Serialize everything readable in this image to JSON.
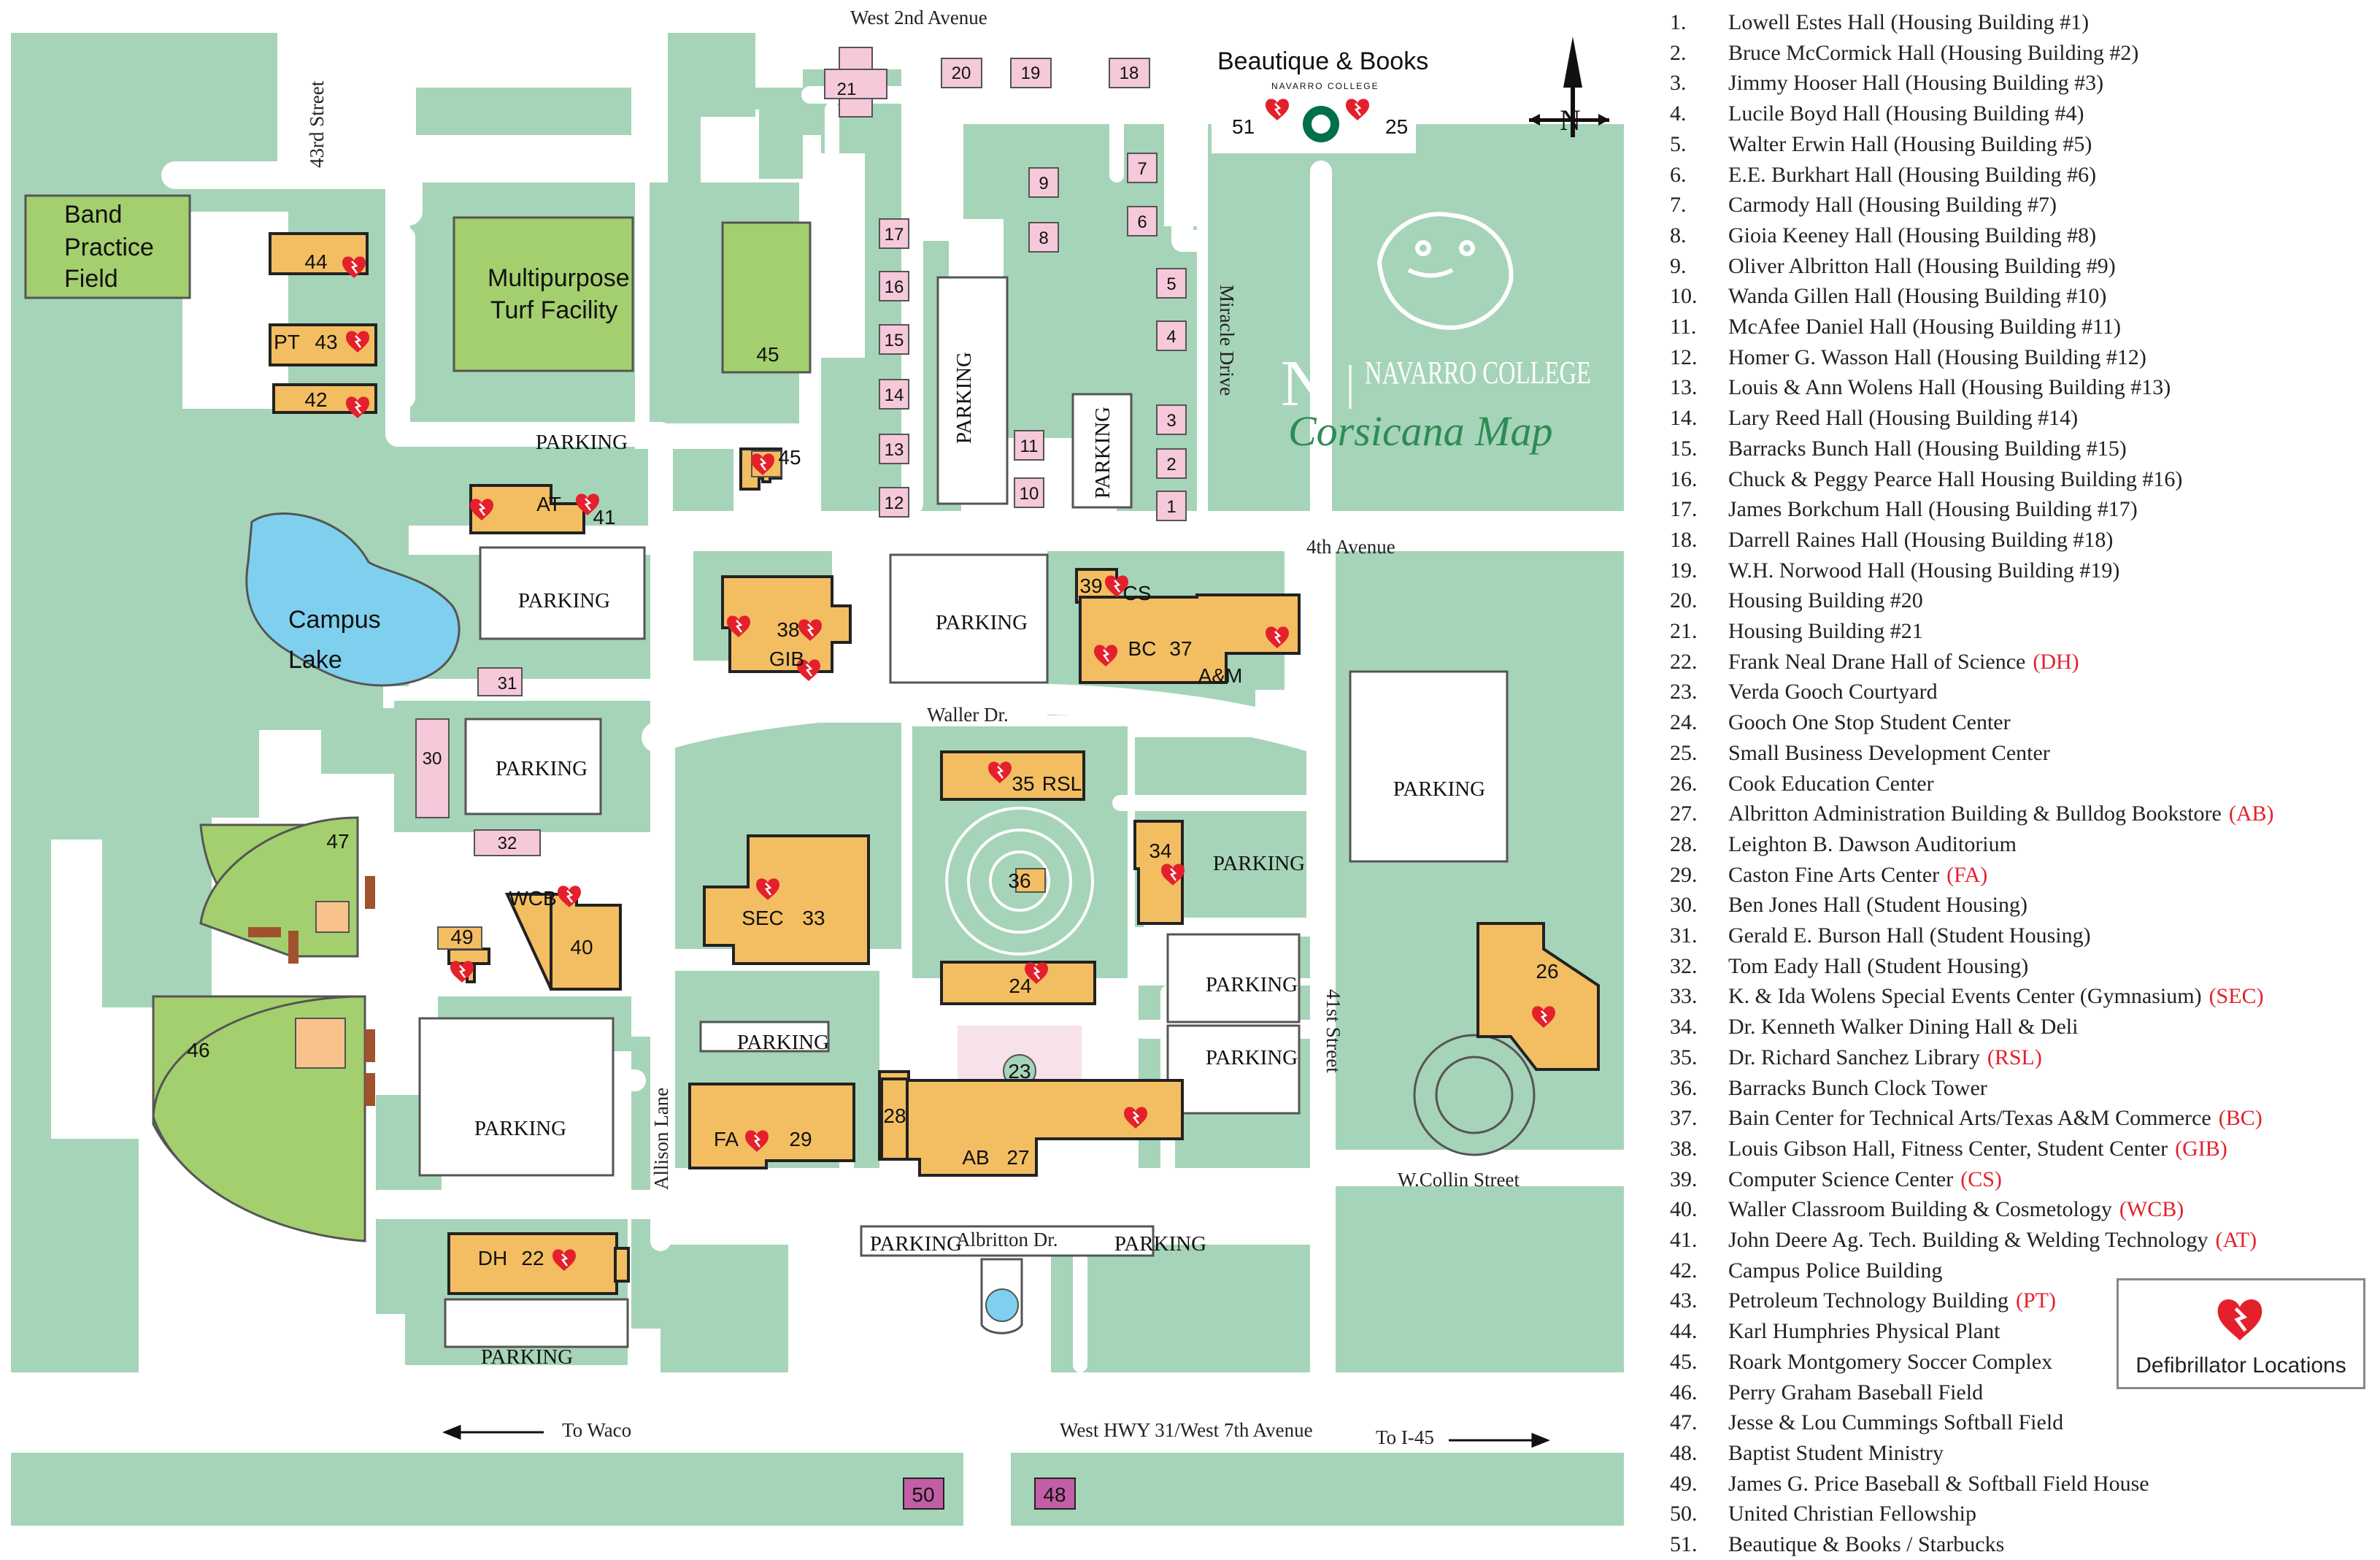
{
  "map": {
    "logo": {
      "name": "NAVARRO COLLEGE",
      "title": "Corsicana Map",
      "initial": "N"
    },
    "shop": {
      "name": "Beautique & Books",
      "sub": "NAVARRO COLLEGE",
      "num_a": "51",
      "num_b": "25"
    },
    "north": "N",
    "streets": {
      "west_2nd": "West 2nd Avenue",
      "st43": "43rd Street",
      "miracle": "Miracle Drive",
      "ave4": "4th Avenue",
      "waller": "Waller Dr.",
      "st41": "41st Street",
      "collin": "W.Collin Street",
      "allison": "Allison Lane",
      "albritton": "Albritton Dr.",
      "hwy": "West HWY 31/West 7th Avenue",
      "waco": "To Waco",
      "i45": "To I-45"
    },
    "areas": {
      "band1": "Band",
      "band2": "Practice",
      "band3": "Field",
      "turf1": "Multipurpose",
      "turf2": "Turf Facility",
      "lake1": "Campus",
      "lake2": "Lake",
      "parking": "PARKING"
    },
    "tags": {
      "pt": "PT",
      "at": "AT",
      "gib": "GIB",
      "bc": "BC",
      "am": "A&M",
      "cs": "CS",
      "rsl": "RSL",
      "sec": "SEC",
      "wcb": "WCB",
      "fa": "FA",
      "ab": "AB",
      "dh": "DH"
    },
    "numbers": {
      "n1": "1",
      "n2": "2",
      "n3": "3",
      "n4": "4",
      "n5": "5",
      "n6": "6",
      "n7": "7",
      "n8": "8",
      "n9": "9",
      "n10": "10",
      "n11": "11",
      "n12": "12",
      "n13": "13",
      "n14": "14",
      "n15": "15",
      "n16": "16",
      "n17": "17",
      "n18": "18",
      "n19": "19",
      "n20": "20",
      "n21": "21",
      "n22": "22",
      "n23": "23",
      "n24": "24",
      "n26": "26",
      "n27": "27",
      "n28": "28",
      "n29": "29",
      "n30": "30",
      "n31": "31",
      "n32": "32",
      "n33": "33",
      "n34": "34",
      "n35": "35",
      "n36": "36",
      "n37": "37",
      "n38": "38",
      "n39": "39",
      "n40": "40",
      "n41": "41",
      "n42": "42",
      "n43": "43",
      "n44": "44",
      "n45": "45",
      "n46": "46",
      "n47": "47",
      "n48": "48",
      "n49": "49",
      "n50": "50"
    },
    "colors": {
      "grounds": "#a6d4b8",
      "road": "#ffffff",
      "building": "#f3be62",
      "housing": "#f5c8da",
      "field": "#a4cf6e",
      "lake": "#7fd0ee",
      "parking": "#ffffff",
      "aed": "#e4202c",
      "purple": "#c15ea5"
    }
  },
  "legend": [
    {
      "num": "1.",
      "name": "Lowell Estes Hall (Housing Building #1)",
      "code": ""
    },
    {
      "num": "2.",
      "name": "Bruce McCormick Hall (Housing Building #2)",
      "code": ""
    },
    {
      "num": "3.",
      "name": "Jimmy Hooser Hall (Housing Building #3)",
      "code": ""
    },
    {
      "num": "4.",
      "name": "Lucile Boyd Hall (Housing Building #4)",
      "code": ""
    },
    {
      "num": "5.",
      "name": "Walter Erwin Hall (Housing Building #5)",
      "code": ""
    },
    {
      "num": "6.",
      "name": "E.E. Burkhart Hall (Housing Building #6)",
      "code": ""
    },
    {
      "num": "7.",
      "name": "Carmody Hall (Housing Building #7)",
      "code": ""
    },
    {
      "num": "8.",
      "name": "Gioia Keeney Hall (Housing Building #8)",
      "code": ""
    },
    {
      "num": "9.",
      "name": "Oliver Albritton Hall (Housing Building #9)",
      "code": ""
    },
    {
      "num": "10.",
      "name": "Wanda Gillen Hall (Housing Building #10)",
      "code": ""
    },
    {
      "num": "11.",
      "name": "McAfee Daniel Hall (Housing Building #11)",
      "code": ""
    },
    {
      "num": "12.",
      "name": "Homer G. Wasson Hall (Housing Building #12)",
      "code": ""
    },
    {
      "num": "13.",
      "name": "Louis & Ann Wolens Hall (Housing Building #13)",
      "code": ""
    },
    {
      "num": "14.",
      "name": "Lary Reed Hall (Housing Building #14)",
      "code": ""
    },
    {
      "num": "15.",
      "name": "Barracks Bunch Hall (Housing Building #15)",
      "code": ""
    },
    {
      "num": "16.",
      "name": "Chuck & Peggy Pearce Hall  Housing Building #16)",
      "code": ""
    },
    {
      "num": "17.",
      "name": "James Borkchum Hall (Housing Building #17)",
      "code": ""
    },
    {
      "num": "18.",
      "name": "Darrell Raines Hall (Housing Building #18)",
      "code": ""
    },
    {
      "num": "19.",
      "name": "W.H. Norwood Hall (Housing Building #19)",
      "code": ""
    },
    {
      "num": "20.",
      "name": "Housing Building #20",
      "code": ""
    },
    {
      "num": "21.",
      "name": "Housing Building #21",
      "code": ""
    },
    {
      "num": "22.",
      "name": "Frank Neal Drane Hall of Science",
      "code": "(DH)"
    },
    {
      "num": "23.",
      "name": "Verda Gooch Courtyard",
      "code": ""
    },
    {
      "num": "24.",
      "name": "Gooch One Stop Student Center",
      "code": ""
    },
    {
      "num": "25.",
      "name": "Small Business Development Center",
      "code": ""
    },
    {
      "num": "26.",
      "name": "Cook Education Center",
      "code": ""
    },
    {
      "num": "27.",
      "name": "Albritton Administration Building & Bulldog Bookstore",
      "code": "(AB)"
    },
    {
      "num": "28.",
      "name": "Leighton B. Dawson Auditorium",
      "code": ""
    },
    {
      "num": "29.",
      "name": "Caston Fine Arts Center",
      "code": "(FA)"
    },
    {
      "num": "30.",
      "name": "Ben Jones Hall (Student Housing)",
      "code": ""
    },
    {
      "num": "31.",
      "name": "Gerald E. Burson Hall (Student Housing)",
      "code": ""
    },
    {
      "num": "32.",
      "name": "Tom Eady Hall (Student Housing)",
      "code": ""
    },
    {
      "num": "33.",
      "name": "K. & Ida Wolens Special Events Center (Gymnasium)",
      "code": "(SEC)"
    },
    {
      "num": "34.",
      "name": "Dr. Kenneth Walker Dining Hall & Deli",
      "code": ""
    },
    {
      "num": "35.",
      "name": "Dr. Richard Sanchez Library",
      "code": "(RSL)"
    },
    {
      "num": "36.",
      "name": "Barracks Bunch Clock Tower",
      "code": ""
    },
    {
      "num": "37.",
      "name": "Bain Center for Technical Arts/Texas A&M Commerce",
      "code": "(BC)"
    },
    {
      "num": "38.",
      "name": "Louis Gibson Hall, Fitness Center, Student Center",
      "code": "(GIB)"
    },
    {
      "num": "39.",
      "name": "Computer Science Center",
      "code": "(CS)"
    },
    {
      "num": "40.",
      "name": "Waller Classroom Building & Cosmetology",
      "code": "(WCB)"
    },
    {
      "num": "41.",
      "name": "John Deere Ag. Tech. Building & Welding Technology",
      "code": "(AT)"
    },
    {
      "num": "42.",
      "name": "Campus Police Building",
      "code": ""
    },
    {
      "num": "43.",
      "name": "Petroleum Technology Building",
      "code": "(PT)"
    },
    {
      "num": "44.",
      "name": "Karl Humphries Physical Plant",
      "code": ""
    },
    {
      "num": "45.",
      "name": "Roark Montgomery Soccer Complex",
      "code": ""
    },
    {
      "num": "46.",
      "name": "Perry Graham Baseball Field",
      "code": ""
    },
    {
      "num": "47.",
      "name": "Jesse & Lou Cummings Softball Field",
      "code": ""
    },
    {
      "num": "48.",
      "name": "Baptist Student Ministry",
      "code": ""
    },
    {
      "num": "49.",
      "name": "James G. Price Baseball & Softball Field House",
      "code": ""
    },
    {
      "num": "50.",
      "name": "United Christian Fellowship",
      "code": ""
    },
    {
      "num": "51.",
      "name": "Beautique & Books / Starbucks",
      "code": ""
    }
  ],
  "aed_legend": {
    "label": "Defibrillator Locations",
    "icon": "defibrillator-heart-icon"
  }
}
